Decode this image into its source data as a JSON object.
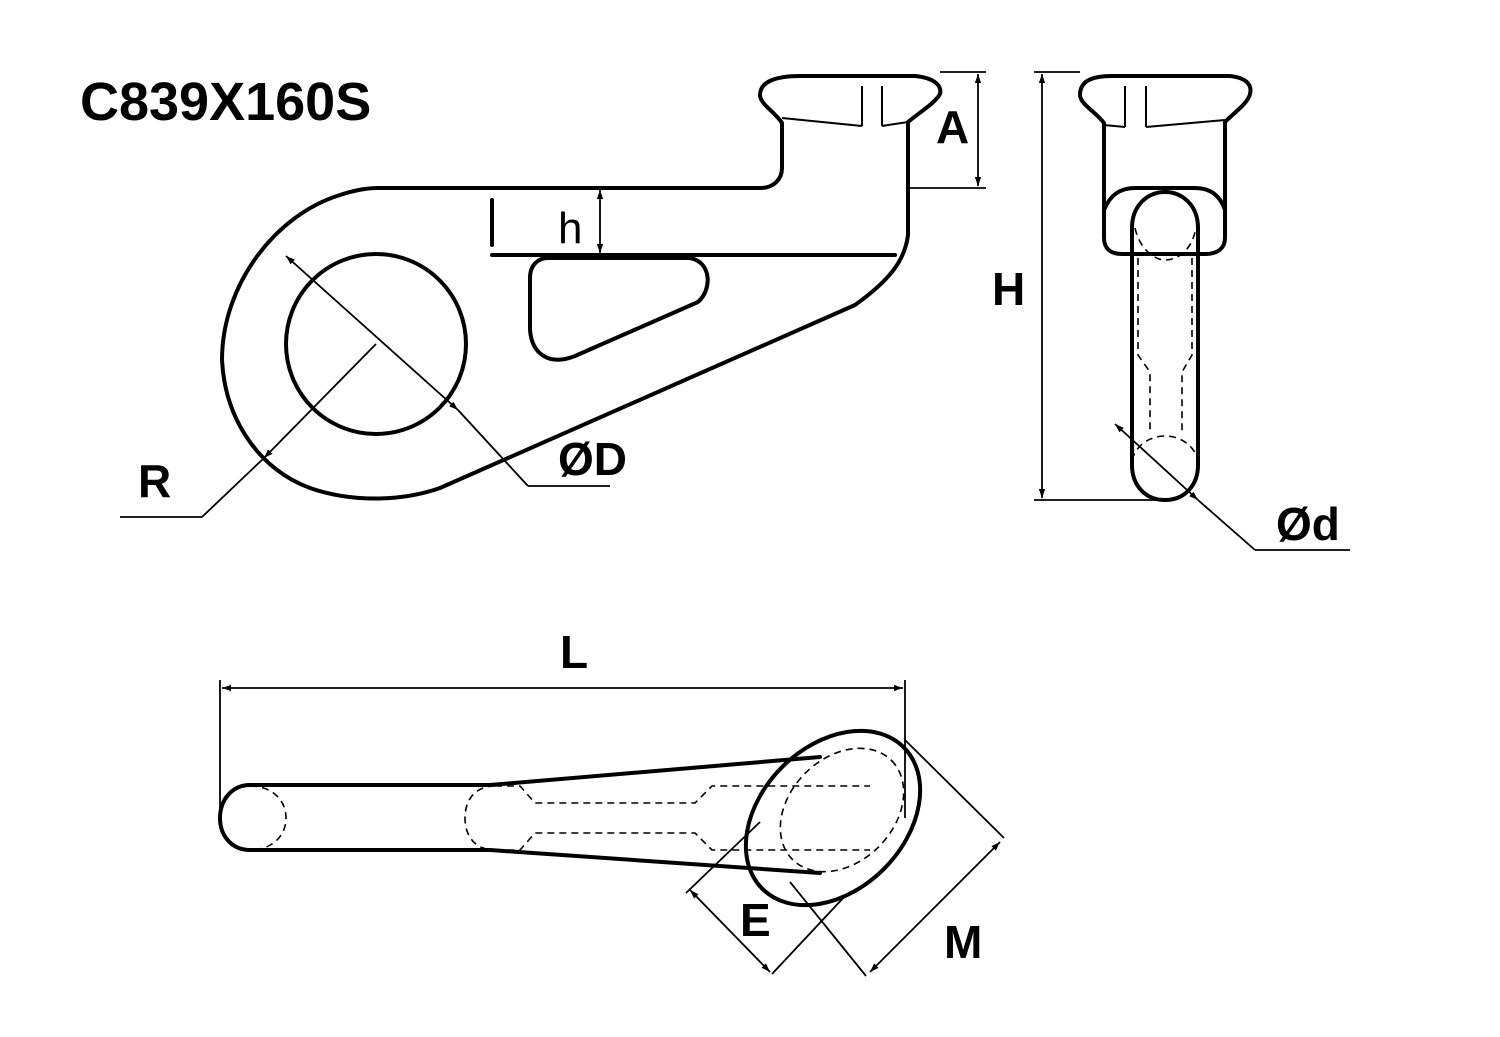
{
  "drawing": {
    "title": "C839X160S",
    "dimensions": {
      "A": "A",
      "h": "h",
      "H": "H",
      "R": "R",
      "D": "ØD",
      "d": "Ød",
      "L": "L",
      "E": "E",
      "M": "M"
    }
  }
}
